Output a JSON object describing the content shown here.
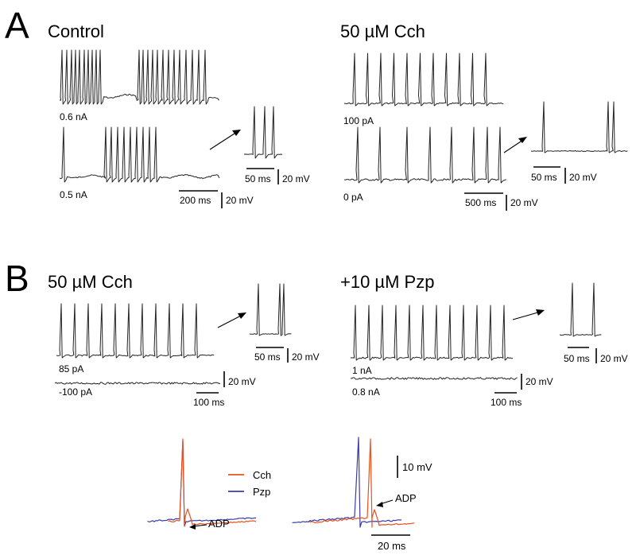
{
  "colors": {
    "cch": "#e8501e",
    "pzp": "#3a3aa8",
    "trace": "#222222"
  },
  "panel_a": {
    "letter": "A",
    "control": {
      "title": "Control",
      "top_current": "0.6 nA",
      "bottom_current": "0.5 nA",
      "time_bar": "200 ms",
      "volt_bar": "20 mV",
      "inset_time_bar": "50 ms",
      "inset_volt_bar": "20 mV"
    },
    "carbachol": {
      "title": "50 µM Cch",
      "top_current": "100 pA",
      "bottom_current": "0 pA",
      "time_bar": "500 ms",
      "volt_bar": "20 mV",
      "inset_time_bar": "50 ms",
      "inset_volt_bar": "20 mV"
    }
  },
  "panel_b": {
    "letter": "B",
    "carbachol": {
      "title": "50 µM Cch",
      "top_current": "85 pA",
      "bottom_current": "-100 pA",
      "time_bar": "100 ms",
      "volt_bar": "20 mV",
      "inset_time_bar": "50 ms",
      "inset_volt_bar": "20 mV"
    },
    "pirenzepine": {
      "title": "+10 µM Pzp",
      "top_current": "1 nA",
      "bottom_current": "0.8 nA",
      "time_bar": "100 ms",
      "volt_bar": "20 mV",
      "inset_time_bar": "50 ms",
      "inset_volt_bar": "20 mV"
    },
    "overlay": {
      "legend": [
        "Cch",
        "Pzp"
      ],
      "annotation": "ADP",
      "volt_bar": "10 mV",
      "time_bar": "20 ms"
    }
  }
}
